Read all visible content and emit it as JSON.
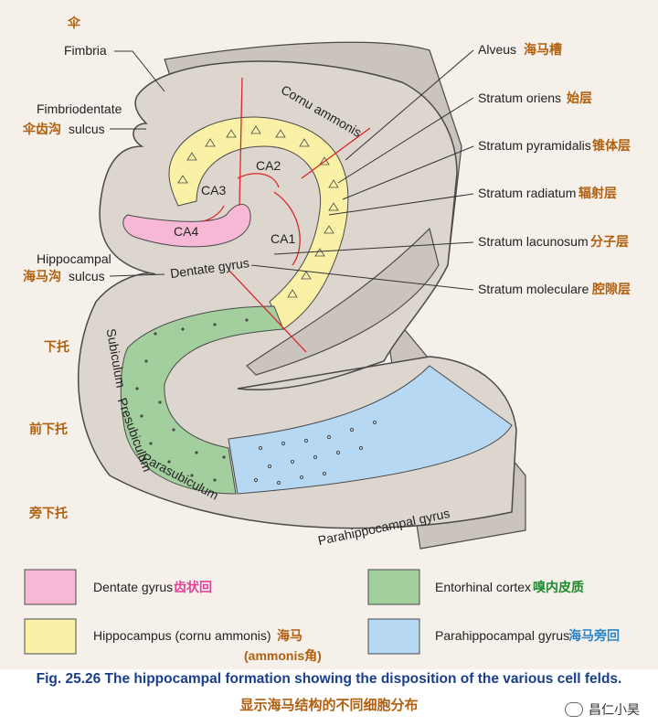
{
  "labels": {
    "fimbria_cn": "伞",
    "fimbria": "Fimbria",
    "fimbriodentate_1": "Fimbriodentate",
    "fimbriodentate_cn": "伞齿沟",
    "fimbriodentate_2": "sulcus",
    "hippocampal_1": "Hippocampal",
    "hippocampal_cn": "海马沟",
    "hippocampal_2": "sulcus",
    "alveus": "Alveus",
    "alveus_cn": "海马槽",
    "oriens": "Stratum oriens",
    "oriens_cn": "始层",
    "pyramidalis": "Stratum pyramidalis",
    "pyramidalis_cn": "锥体层",
    "radiatum": "Stratum radiatum",
    "radiatum_cn": "辐射层",
    "lacunosum": "Stratum lacunosum",
    "lacunosum_cn": "分子层",
    "moleculare": "Stratum moleculare",
    "moleculare_cn": "腔隙层",
    "cornu_ammonis": "Cornu ammonis",
    "ca1": "CA1",
    "ca2": "CA2",
    "ca3": "CA3",
    "ca4": "CA4",
    "dentate_gyrus": "Dentate gyrus",
    "subiculum": "Subiculum",
    "presubiculum": "Presubiculum",
    "parasubiculum": "Parasubiculum",
    "parahippocampal_gyrus": "Parahippocampal gyrus",
    "subiculum_cn": "下托",
    "presubiculum_cn": "前下托",
    "parasubiculum_cn": "旁下托"
  },
  "legend": {
    "dentate": {
      "label": "Dentate gyrus",
      "cn": "齿状回",
      "color": "#f7b8d6"
    },
    "hippocampus": {
      "label": "Hippocampus (cornu ammonis)",
      "cn": "海马",
      "cn2": "(ammonis角)",
      "color": "#fbf1a6"
    },
    "entorhinal": {
      "label": "Entorhinal cortex",
      "cn": "嗅内皮质",
      "color": "#a3cf9e"
    },
    "parahippocampal": {
      "label": "Parahippocampal gyrus",
      "cn": "海马旁回",
      "color": "#b6d8f2"
    }
  },
  "colors": {
    "tissue": "#dcd6cf",
    "tissue_dark": "#cbc4bc",
    "outline": "#4a4a4a",
    "pointer": "#333333",
    "red": "#d9262c"
  },
  "caption": "Fig. 25.26 The hippocampal formation showing the disposition of the various cell felds.",
  "caption_cn": "显示海马结构的不同细胞分布",
  "watermark": "昌仁小昊"
}
